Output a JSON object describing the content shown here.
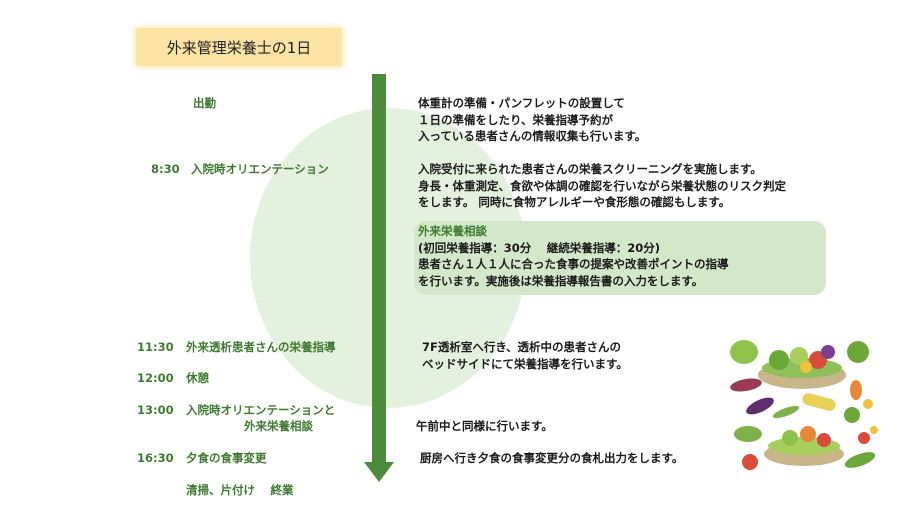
{
  "title": "外来管理栄養士の1日",
  "timeline": [
    {
      "id": "arrival",
      "time": "",
      "label": "出勤",
      "desc": [
        "体重計の準備・パンフレットの設置して",
        "１日の準備をしたり、栄養指導予約が",
        "入っている患者さんの情報収集も行います。"
      ]
    },
    {
      "id": "orientation",
      "time": "8:30",
      "label": "入院時オリエンテーション",
      "desc": [
        "入院受付に来られた患者さんの栄養スクリーニングを実施します。",
        "身長・体重測定、食欲や体調の確認を行いながら栄養状態のリスク判定",
        "をします。 同時に食物アレルギーや食形態の確認もします。"
      ]
    },
    {
      "id": "dialysis",
      "time": "11:30",
      "label": "外来透析患者さんの栄養指導",
      "desc": [
        "7F透析室へ行き、透析中の患者さんの",
        "ベッドサイドにて栄養指導を行います。"
      ]
    },
    {
      "id": "break",
      "time": "12:00",
      "label": "休憩",
      "desc": []
    },
    {
      "id": "afternoon",
      "time": "13:00",
      "label": "入院時オリエンテーションと",
      "label2": "外来栄養相談",
      "desc": [
        "午前中と同様に行います。"
      ]
    },
    {
      "id": "dinner",
      "time": "16:30",
      "label": "夕食の食事変更",
      "desc": [
        "厨房へ行き夕食の食事変更分の食札出力をします。"
      ]
    },
    {
      "id": "end",
      "time": "",
      "label": "清掃、片付け　 終業",
      "desc": []
    }
  ],
  "consult": {
    "title": "外来栄養相談",
    "sub": "(初回栄養指導：30分　 継続栄養指導：20分)",
    "desc": [
      "患者さん１人１人に合った食事の提案や改善ポイントの指導",
      "を行います。実施後は栄養指導報告書の入力をします。"
    ]
  },
  "colors": {
    "accent": "#3e7a30",
    "arrow": "#4d8a3c",
    "highlight": "#d3e7c9",
    "circle": "#e5f1df",
    "title_bg": "#fbe3a3"
  },
  "illustration": "vegetables-illustration"
}
